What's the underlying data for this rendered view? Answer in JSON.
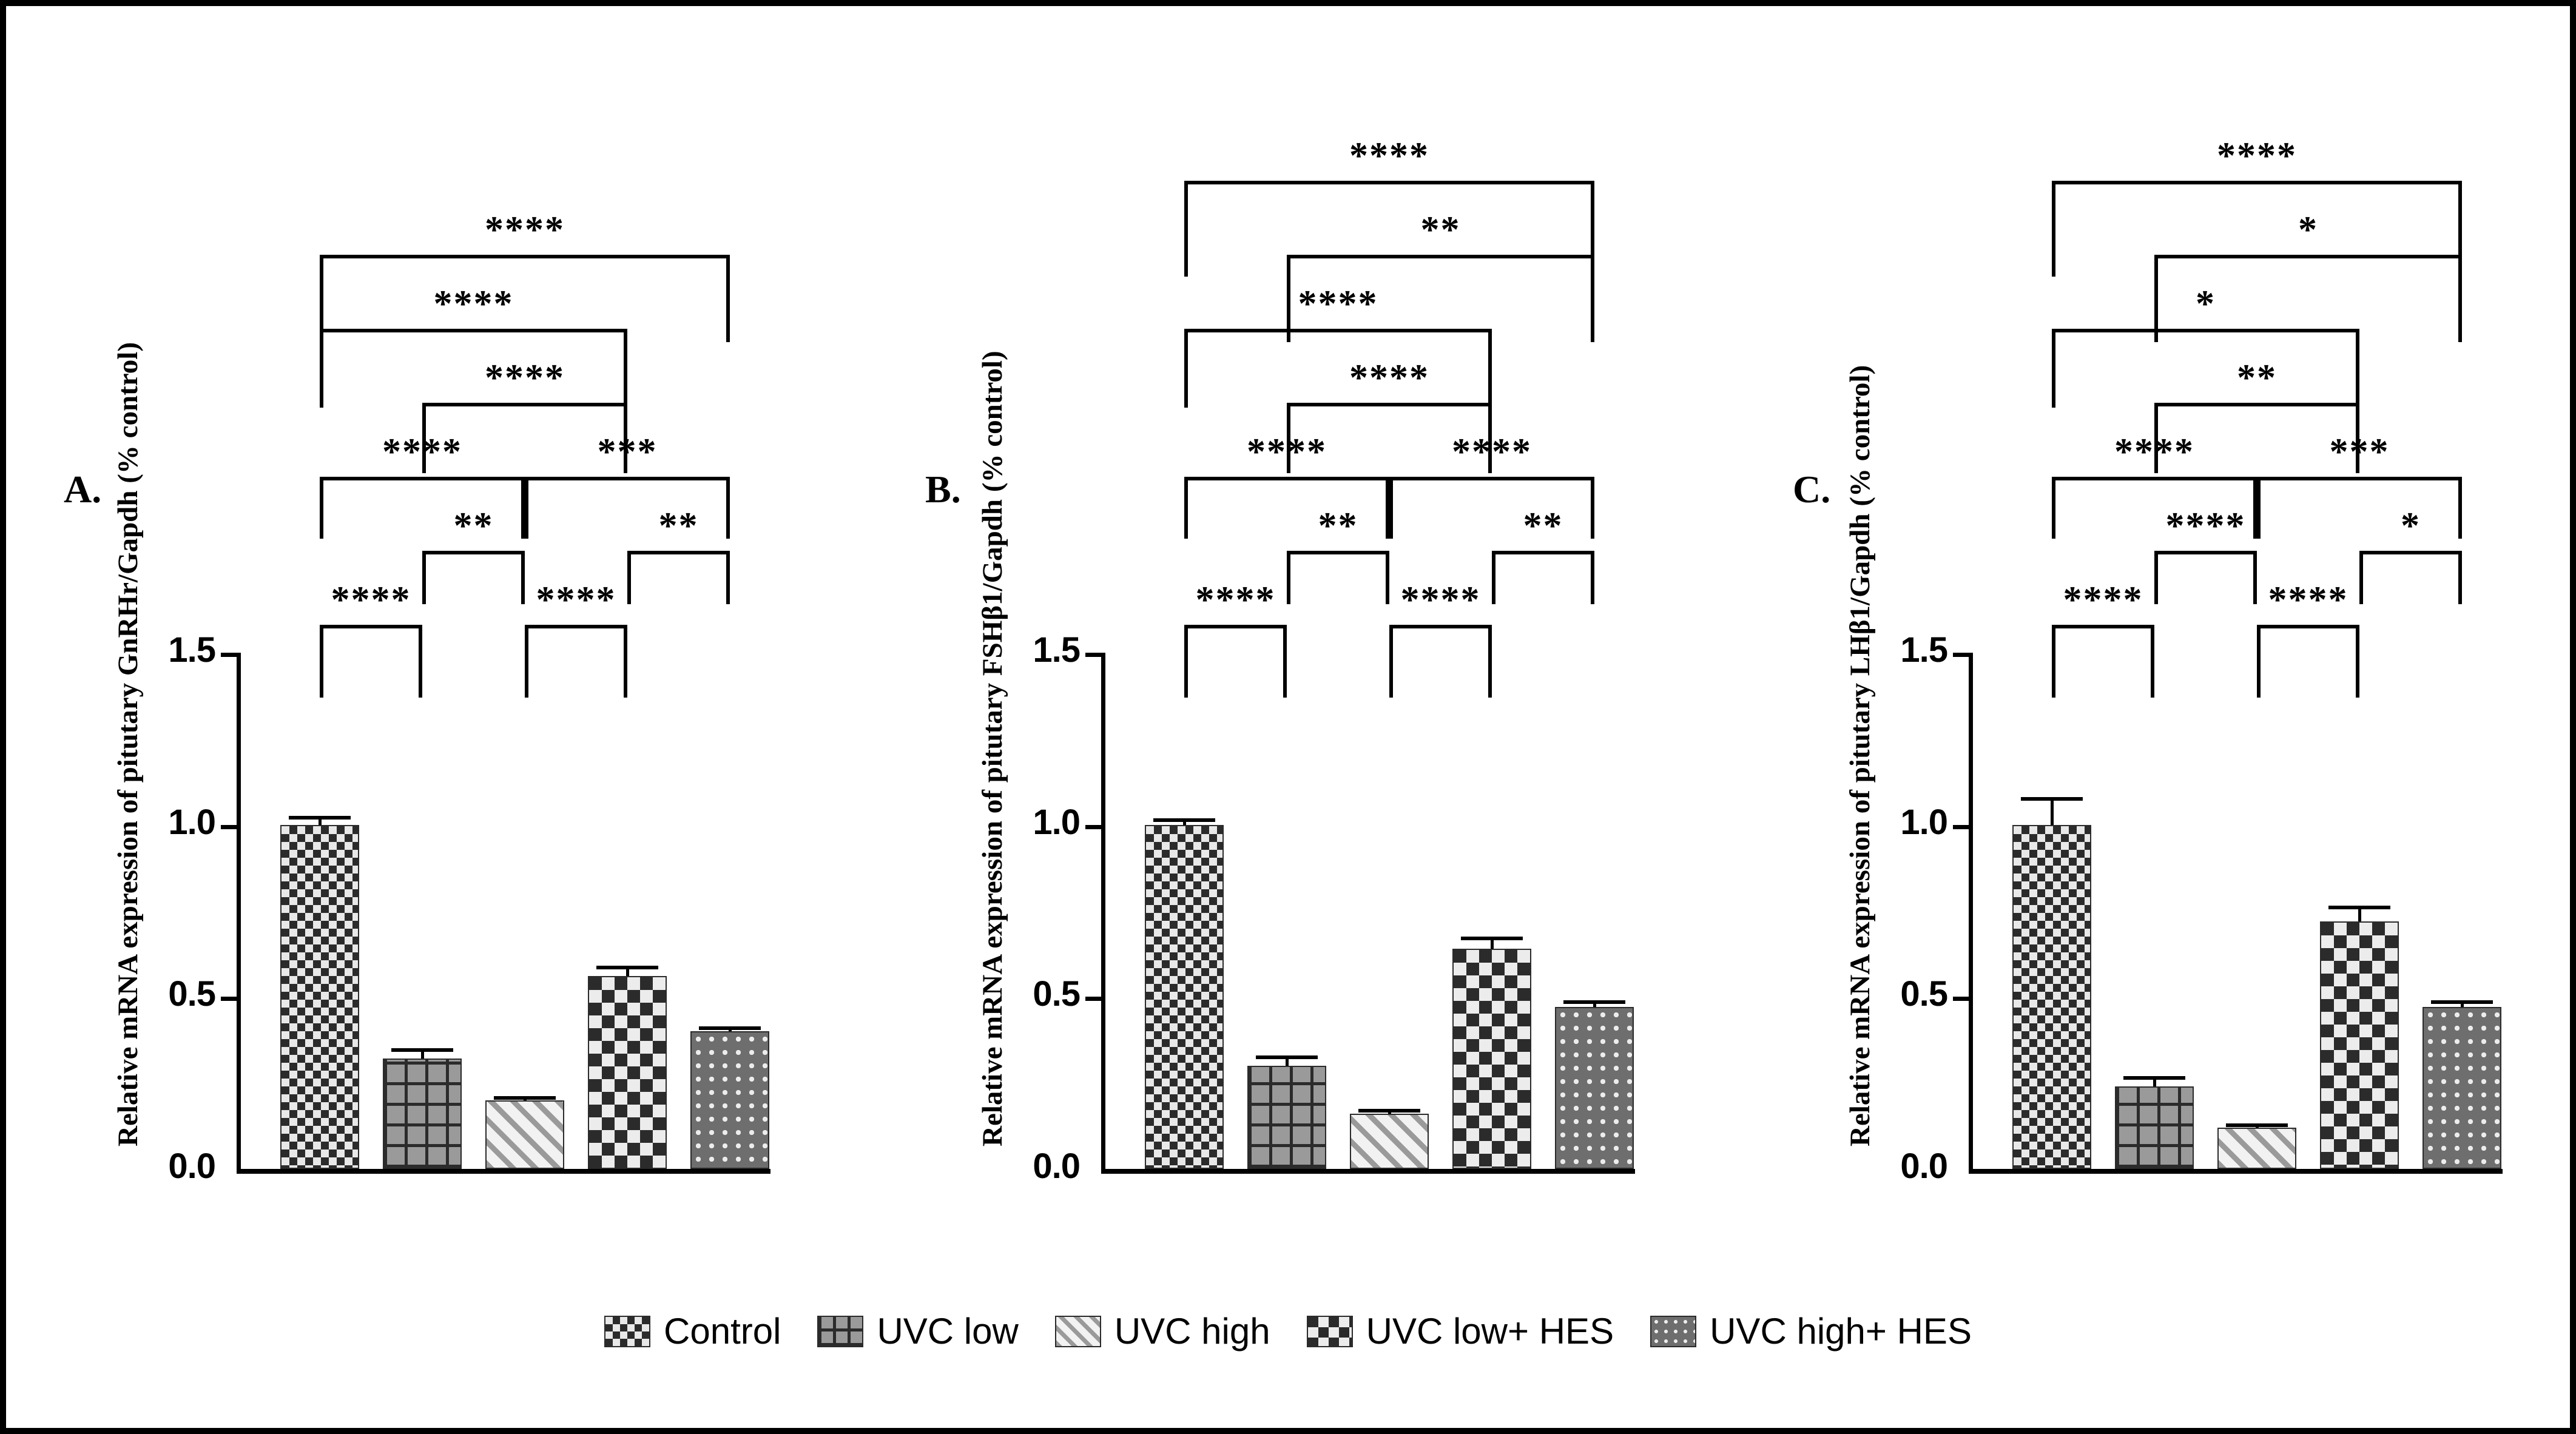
{
  "figure": {
    "background": "#ffffff",
    "ink": "#000000",
    "panel_letters": [
      "A.",
      "B.",
      "C."
    ]
  },
  "legend": {
    "position": "bottom-center",
    "items": [
      {
        "label": "Control",
        "pattern": "checkerboard"
      },
      {
        "label": "UVC low",
        "pattern": "grid"
      },
      {
        "label": "UVC high",
        "pattern": "diagonal-stripes"
      },
      {
        "label": "UVC low+ HES",
        "pattern": "diamond"
      },
      {
        "label": "UVC high+ HES",
        "pattern": "dots"
      }
    ]
  },
  "chart_data": [
    {
      "type": "bar",
      "panel": "A.",
      "title": "",
      "ylabel": "Relative mRNA expression of pitutary GnRHr/Gapdh (% control)",
      "xlabel": "",
      "ylim": [
        0.0,
        1.5
      ],
      "yticks": [
        0.0,
        0.5,
        1.0,
        1.5
      ],
      "ytick_labels": [
        "0.0",
        "0.5",
        "1.0",
        "1.5"
      ],
      "grid": false,
      "categories": [
        "Control",
        "UVC low",
        "UVC high",
        "UVC low+ HES",
        "UVC high+ HES"
      ],
      "values": [
        1.0,
        0.32,
        0.2,
        0.56,
        0.4
      ],
      "errors": [
        0.025,
        0.03,
        0.012,
        0.03,
        0.015
      ],
      "patterns": [
        "checkerboard",
        "grid",
        "diagonal-stripes",
        "diamond",
        "dots"
      ],
      "annotations": [
        {
          "from": 0,
          "to": 1,
          "stars": "****",
          "level": 1
        },
        {
          "from": 2,
          "to": 3,
          "stars": "****",
          "level": 1
        },
        {
          "from": 1,
          "to": 2,
          "stars": "**",
          "level": 2
        },
        {
          "from": 3,
          "to": 4,
          "stars": "**",
          "level": 2
        },
        {
          "from": 0,
          "to": 2,
          "stars": "****",
          "level": 3
        },
        {
          "from": 2,
          "to": 4,
          "stars": "***",
          "level": 3
        },
        {
          "from": 1,
          "to": 3,
          "stars": "****",
          "level": 4
        },
        {
          "from": 0,
          "to": 3,
          "stars": "****",
          "level": 5
        },
        {
          "from": 0,
          "to": 4,
          "stars": "****",
          "level": 6
        }
      ]
    },
    {
      "type": "bar",
      "panel": "B.",
      "title": "",
      "ylabel": "Relative mRNA expression of pitutary FSHβ1/Gapdh (% control)",
      "xlabel": "",
      "ylim": [
        0.0,
        1.5
      ],
      "yticks": [
        0.0,
        0.5,
        1.0,
        1.5
      ],
      "ytick_labels": [
        "0.0",
        "0.5",
        "1.0",
        "1.5"
      ],
      "grid": false,
      "categories": [
        "Control",
        "UVC low",
        "UVC high",
        "UVC low+ HES",
        "UVC high+ HES"
      ],
      "values": [
        1.0,
        0.3,
        0.16,
        0.64,
        0.47
      ],
      "errors": [
        0.018,
        0.03,
        0.015,
        0.035,
        0.02
      ],
      "patterns": [
        "checkerboard",
        "grid",
        "diagonal-stripes",
        "diamond",
        "dots"
      ],
      "annotations": [
        {
          "from": 0,
          "to": 1,
          "stars": "****",
          "level": 1
        },
        {
          "from": 2,
          "to": 3,
          "stars": "****",
          "level": 1
        },
        {
          "from": 1,
          "to": 2,
          "stars": "**",
          "level": 2
        },
        {
          "from": 3,
          "to": 4,
          "stars": "**",
          "level": 2
        },
        {
          "from": 0,
          "to": 2,
          "stars": "****",
          "level": 3
        },
        {
          "from": 2,
          "to": 4,
          "stars": "****",
          "level": 3
        },
        {
          "from": 1,
          "to": 3,
          "stars": "****",
          "level": 4
        },
        {
          "from": 0,
          "to": 3,
          "stars": "****",
          "level": 5
        },
        {
          "from": 1,
          "to": 4,
          "stars": "**",
          "level": 6
        },
        {
          "from": 0,
          "to": 4,
          "stars": "****",
          "level": 7
        }
      ]
    },
    {
      "type": "bar",
      "panel": "C.",
      "title": "",
      "ylabel": "Relative mRNA expression of pitutary LHβ1/Gapdh (% control)",
      "xlabel": "",
      "ylim": [
        0.0,
        1.5
      ],
      "yticks": [
        0.0,
        0.5,
        1.0,
        1.5
      ],
      "ytick_labels": [
        "0.0",
        "0.5",
        "1.0",
        "1.5"
      ],
      "grid": false,
      "categories": [
        "Control",
        "UVC low",
        "UVC high",
        "UVC low+ HES",
        "UVC high+ HES"
      ],
      "values": [
        1.0,
        0.24,
        0.12,
        0.72,
        0.47
      ],
      "errors": [
        0.08,
        0.03,
        0.012,
        0.045,
        0.02
      ],
      "patterns": [
        "checkerboard",
        "grid",
        "diagonal-stripes",
        "diamond",
        "dots"
      ],
      "annotations": [
        {
          "from": 0,
          "to": 1,
          "stars": "****",
          "level": 1
        },
        {
          "from": 2,
          "to": 3,
          "stars": "****",
          "level": 1
        },
        {
          "from": 1,
          "to": 2,
          "stars": "****",
          "level": 2
        },
        {
          "from": 3,
          "to": 4,
          "stars": "*",
          "level": 2
        },
        {
          "from": 0,
          "to": 2,
          "stars": "****",
          "level": 3
        },
        {
          "from": 2,
          "to": 4,
          "stars": "***",
          "level": 3
        },
        {
          "from": 1,
          "to": 3,
          "stars": "**",
          "level": 4
        },
        {
          "from": 0,
          "to": 3,
          "stars": "*",
          "level": 5
        },
        {
          "from": 1,
          "to": 4,
          "stars": "*",
          "level": 6
        },
        {
          "from": 0,
          "to": 4,
          "stars": "****",
          "level": 7
        }
      ]
    }
  ]
}
